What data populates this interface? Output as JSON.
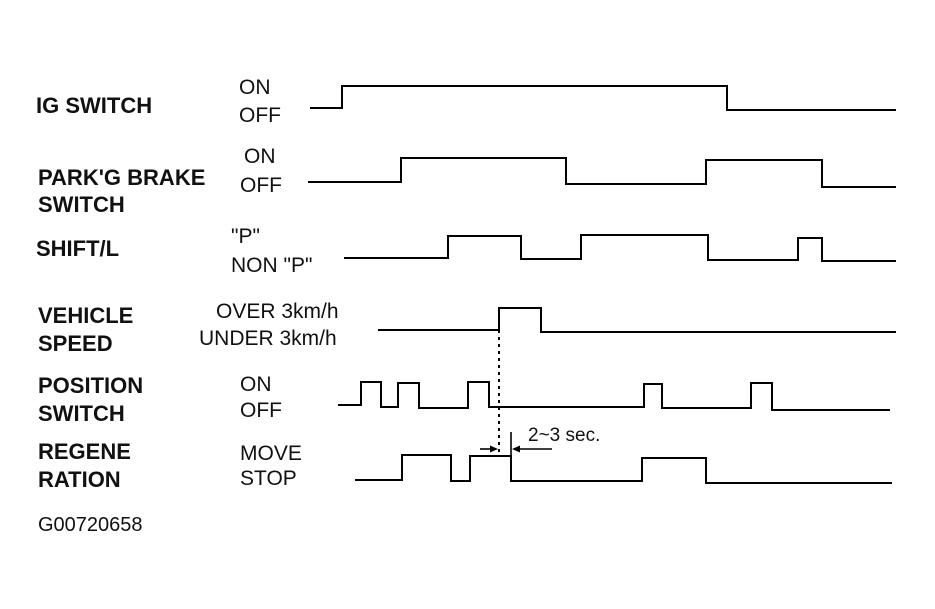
{
  "diagram": {
    "signals": [
      {
        "id": "ig",
        "name_lines": [
          "IG SWITCH"
        ],
        "high_label": "ON",
        "low_label": "OFF"
      },
      {
        "id": "park",
        "name_lines": [
          "PARK'G BRAKE",
          "SWITCH"
        ],
        "high_label": "ON",
        "low_label": "OFF"
      },
      {
        "id": "shift",
        "name_lines": [
          "SHIFT/L"
        ],
        "high_label": "\"P\"",
        "low_label": "NON \"P\""
      },
      {
        "id": "speed",
        "name_lines": [
          "VEHICLE",
          "SPEED"
        ],
        "high_label": "OVER 3km/h",
        "low_label": "UNDER 3km/h"
      },
      {
        "id": "pos",
        "name_lines": [
          "POSITION",
          "SWITCH"
        ],
        "high_label": "ON",
        "low_label": "OFF"
      },
      {
        "id": "regen",
        "name_lines": [
          "REGENE",
          "RATION"
        ],
        "high_label": "MOVE",
        "low_label": "STOP"
      }
    ],
    "delay_label": "2~3 sec.",
    "figure_code": "G00720658"
  }
}
